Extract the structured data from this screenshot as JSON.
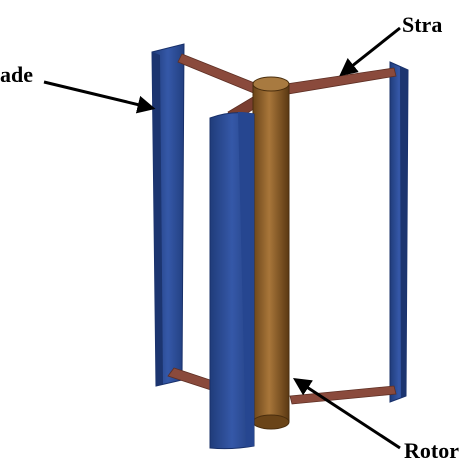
{
  "labels": {
    "blade": "ade",
    "strut": "Stra",
    "rotor": "Rotor"
  },
  "colors": {
    "background": "#ffffff",
    "blade": "#2d4f9a",
    "blade_dark": "#203c7a",
    "blade_edge": "#18306a",
    "strut": "#8a4a3c",
    "strut_dark": "#6e3629",
    "rotor": "#8a5a26",
    "rotor_dark": "#5e3c14",
    "rotor_light": "#a8763a",
    "arrow": "#000000"
  }
}
